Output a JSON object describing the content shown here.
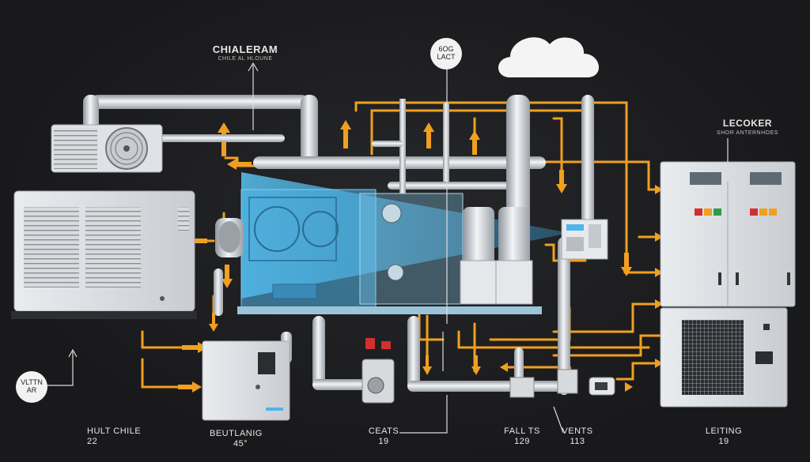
{
  "colors": {
    "background": "#1b1b1d",
    "flow_arrow": "#f0a020",
    "pipe": "#d9dde2",
    "highlight": "#4fb4e8"
  },
  "labels": {
    "top_left_title": "CHIALERAM",
    "top_left_sub": "CHILE AL HLOUNE",
    "top_circle_line1": "6OG",
    "top_circle_line2": "LACT",
    "right_title": "LECOKER",
    "right_sub": "SHOR ANTERNHOES",
    "left_circle_line1": "VLTTN",
    "left_circle_line2": "AR",
    "bottom_1_line1": "HULT CHILE",
    "bottom_1_line2": "22",
    "bottom_2_line1": "BEUTLANIG",
    "bottom_2_line2": "45°",
    "bottom_3_line1": "CEATS",
    "bottom_3_line2": "19",
    "bottom_4_line1": "FALL TS",
    "bottom_4_line2": "129",
    "bottom_5_line1": "VENTS",
    "bottom_5_line2": "113",
    "bottom_6_line1": "LEITING",
    "bottom_6_line2": "19"
  },
  "icons": [
    "cloud-icon",
    "fan-icon",
    "arrow-up-icon",
    "arrow-down-icon",
    "arrow-left-icon",
    "arrow-right-icon"
  ]
}
